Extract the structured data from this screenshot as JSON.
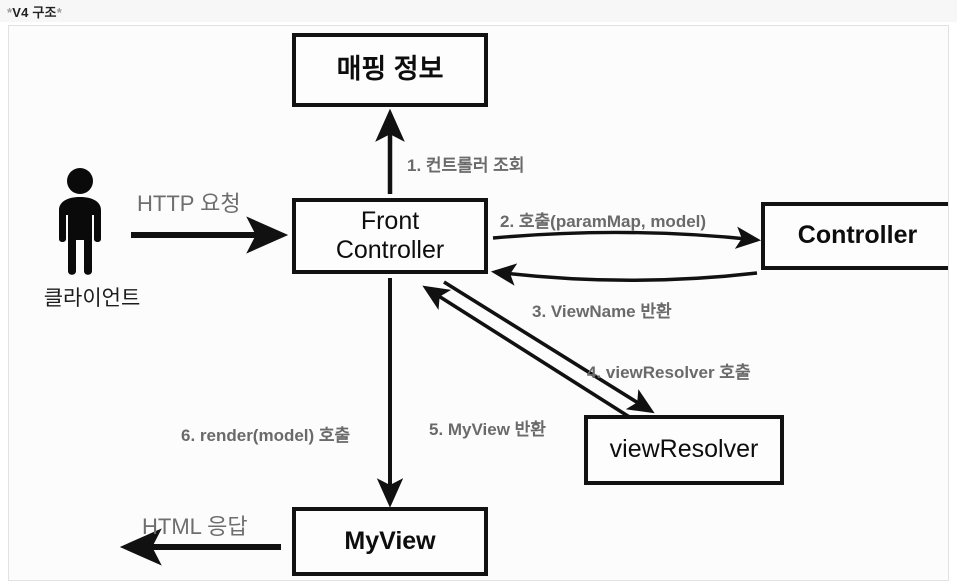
{
  "header": {
    "asterisk": "*",
    "title": "V4 구조",
    "full_text": "*V4 구조*"
  },
  "diagram": {
    "type": "flow-diagram",
    "nodes": [
      {
        "id": "mapping-info",
        "label": "매핑 정보"
      },
      {
        "id": "front-controller",
        "label": "Front\nController"
      },
      {
        "id": "controller",
        "label": "Controller"
      },
      {
        "id": "view-resolver",
        "label": "viewResolver"
      },
      {
        "id": "myview",
        "label": "MyView"
      }
    ],
    "actor": {
      "id": "client",
      "label": "클라이언트",
      "icon": "person-icon"
    },
    "edges": [
      {
        "id": "http-request",
        "label": "HTTP 요청",
        "from": "client",
        "to": "front-controller",
        "style": "plain"
      },
      {
        "id": "step-1",
        "label": "1. 컨트롤러 조회",
        "from": "front-controller",
        "to": "mapping-info",
        "style": "bold"
      },
      {
        "id": "step-2",
        "label": "2. 호출(paramMap, model)",
        "from": "front-controller",
        "to": "controller",
        "style": "bold"
      },
      {
        "id": "step-3",
        "label": "3. ViewName 반환",
        "from": "controller",
        "to": "front-controller",
        "style": "bold"
      },
      {
        "id": "step-4",
        "label": "4. viewResolver 호출",
        "from": "front-controller",
        "to": "view-resolver",
        "style": "bold"
      },
      {
        "id": "step-5",
        "label": "5. MyView 반환",
        "from": "view-resolver",
        "to": "front-controller",
        "style": "bold"
      },
      {
        "id": "step-6",
        "label": "6. render(model) 호출",
        "from": "front-controller",
        "to": "myview",
        "style": "bold"
      },
      {
        "id": "html-response",
        "label": "HTML 응답",
        "from": "myview",
        "to": "client",
        "style": "plain"
      }
    ]
  },
  "colors": {
    "header_background": "#f7f7f7",
    "header_text": "#222222",
    "header_asterisk": "#9a9a9a",
    "canvas_background": "#fcfcfc",
    "canvas_border": "#e2e2e2",
    "node_border": "#121212",
    "node_fill": "#fdfdfd",
    "node_text": "#0d0d0d",
    "edge_label_text": "#6e6e6e",
    "arrow_stroke": "#111111"
  }
}
